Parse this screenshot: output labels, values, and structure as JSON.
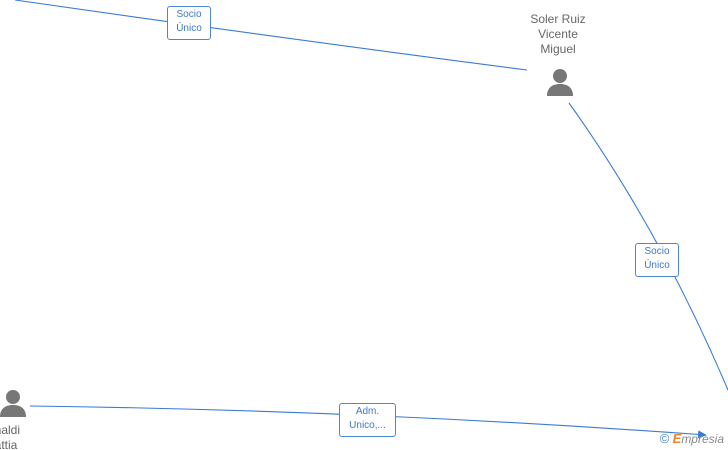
{
  "nodes": [
    {
      "id": "soler",
      "label": "Soler Ruiz\nVicente\nMiguel"
    },
    {
      "id": "rinaldi",
      "label": "inaldi\nlattia"
    }
  ],
  "edges": [
    {
      "id": "top",
      "label": "Socio\nÚnico"
    },
    {
      "id": "right",
      "label": "Socio\nÚnico"
    },
    {
      "id": "bottom",
      "label": "Adm.\nUnico,..."
    }
  ],
  "icons": {
    "person": "person-icon",
    "copyright": "copyright-icon"
  },
  "watermark": {
    "copyright": "©",
    "brand_first": "E",
    "brand_rest": "mpresia"
  },
  "colors": {
    "edge": "#3a7bd5",
    "person": "#777777",
    "label_border": "#4a86d4"
  }
}
